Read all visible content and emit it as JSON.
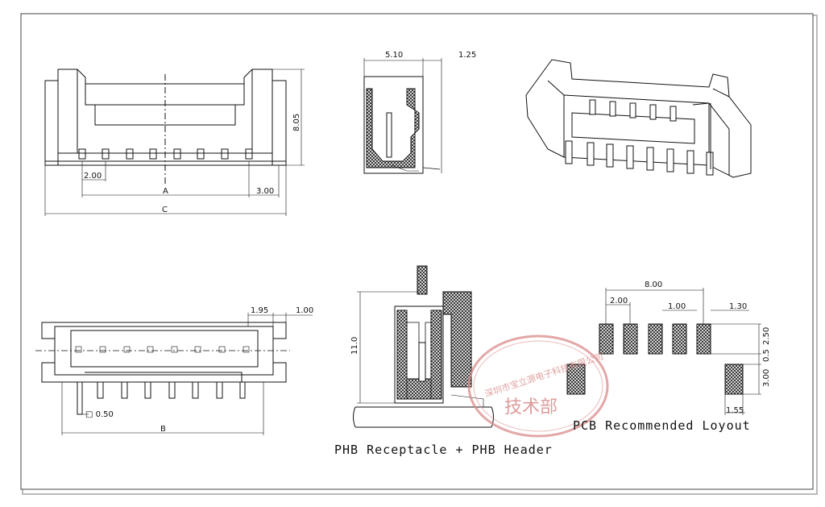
{
  "drawing": {
    "captions": {
      "assembly": "PHB Receptacle + PHB Header",
      "pcb_layout": "PCB Recommended Loyout"
    },
    "front_view": {
      "pitch": "2.00",
      "a": "A",
      "c": "C",
      "height": "8.05",
      "end_offset": "3.00"
    },
    "side_view": {
      "depth": "5.10",
      "overhang": "1.25"
    },
    "bottom_view": {
      "dim_1_95": "1.95",
      "dim_1_00": "1.00",
      "pin_size": "□ 0.50",
      "b": "B"
    },
    "assembly_view": {
      "height": "11.0"
    },
    "pcb_view": {
      "span": "8.00",
      "pitch": "2.00",
      "gap": "1.00",
      "pad_w": "1.30",
      "pad_h": "2.50",
      "gap_v": "0.5",
      "mount_h": "3.00",
      "mount_w": "1.55"
    },
    "stamp": {
      "company": "深圳市宝立源电子科技有限公司",
      "dept": "技术部"
    },
    "colors": {
      "line": "#111111",
      "stamp": "#d98a8a",
      "border": "#444444"
    }
  }
}
